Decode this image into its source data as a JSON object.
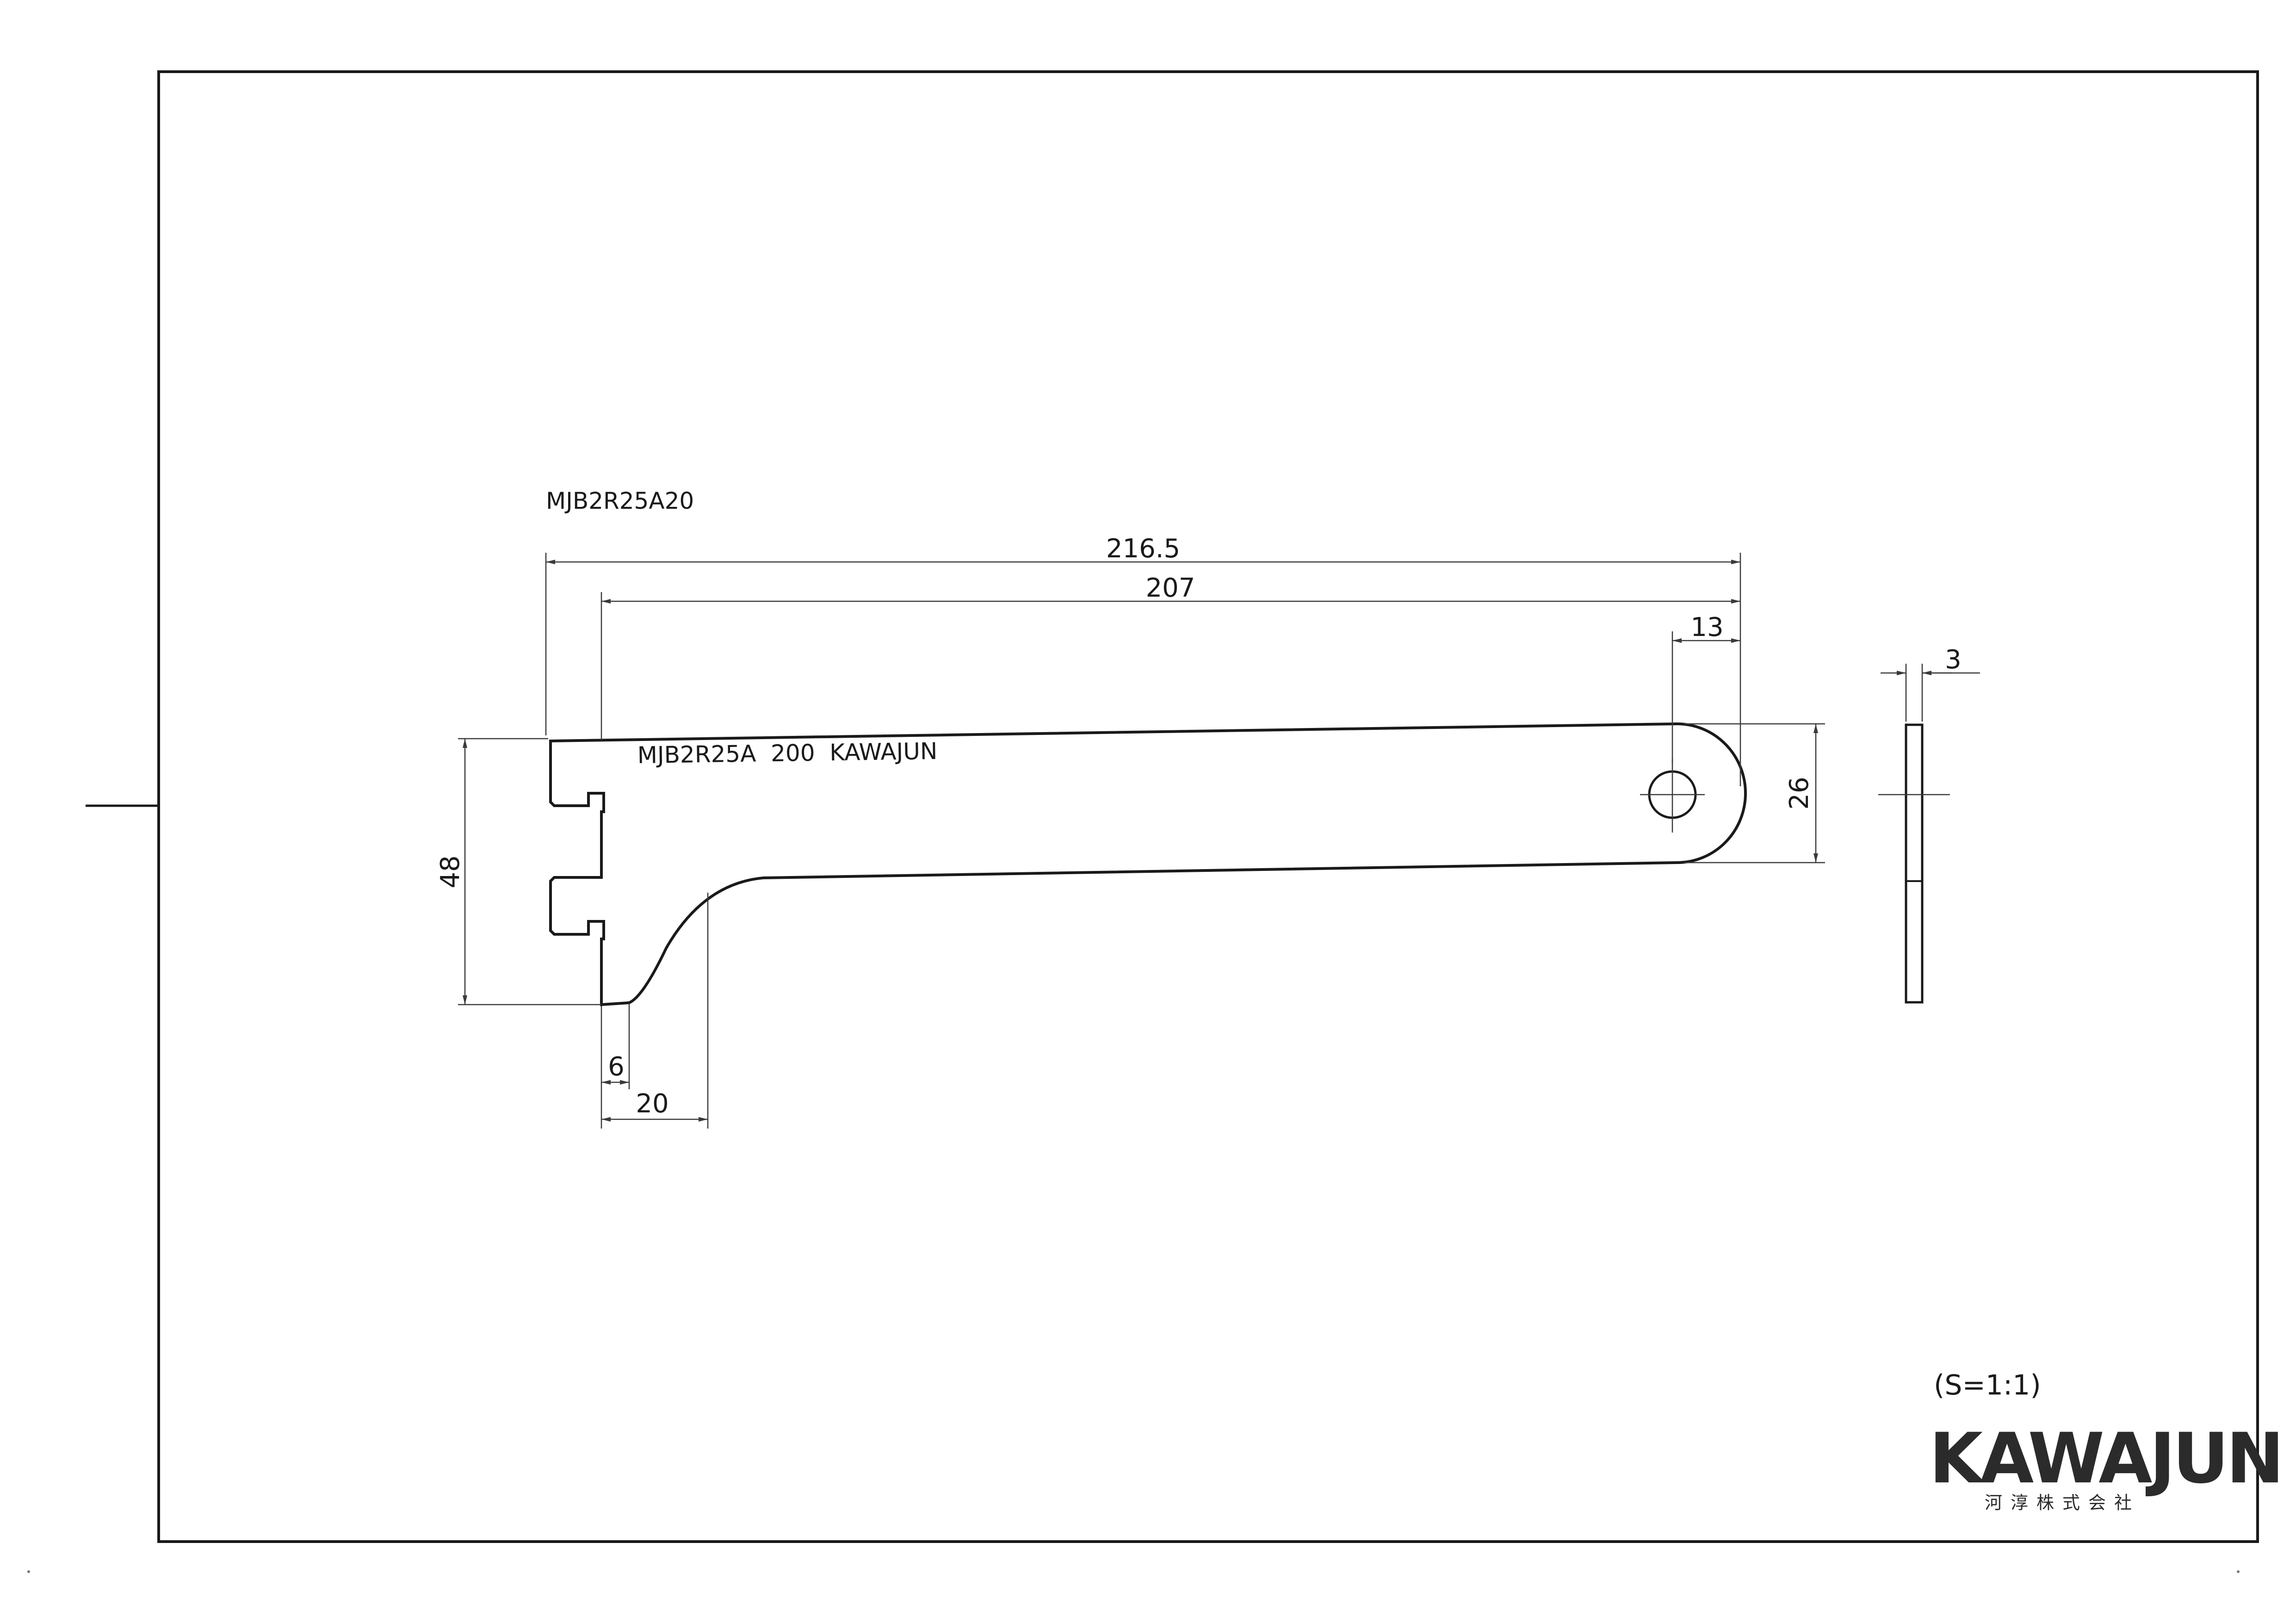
{
  "drawing": {
    "part_number": "MJB2R25A20",
    "engraving": "MJB2R25A  200  KAWAJUN",
    "scale": "(S=1:1)"
  },
  "dimensions": {
    "overall_length": "216.5",
    "arm_length": "207",
    "hole_offset": "13",
    "thickness": "3",
    "end_height": "26",
    "total_height": "48",
    "hook_offset": "6",
    "gusset_width": "20"
  },
  "logo": {
    "brand": "KAWAJUN",
    "company": "河淳株式会社"
  }
}
